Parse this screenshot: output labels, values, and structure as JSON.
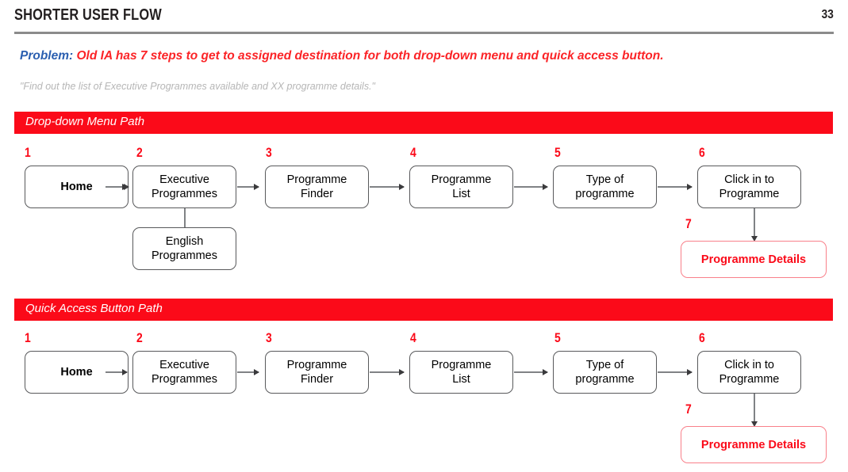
{
  "header": {
    "title": "SHORTER USER FLOW",
    "page_number": "33"
  },
  "problem": {
    "label": "Problem:",
    "text": "Old IA has 7 steps to get to assigned destination for both drop-down menu and quick access button.",
    "label_color": "#2b5fb0",
    "text_color": "#fb2427"
  },
  "quote": "\"Find out the list of Executive Programmes available and XX programme details.\"",
  "colors": {
    "banner_red": "#fb0a19",
    "accent_red": "#fb0a19",
    "final_box_border": "#f9808a",
    "box_border": "#58595b",
    "connector": "#808285",
    "rule": "#8b8b8b",
    "quote_gray": "#b6b6b6"
  },
  "sections": [
    {
      "banner_label": "Drop-down Menu Path",
      "steps": [
        {
          "number": "1",
          "label": "Home",
          "bold": true
        },
        {
          "number": "2",
          "label": "Executive\nProgrammes",
          "bold": false
        },
        {
          "number": "3",
          "label": "Programme\nFinder",
          "bold": false
        },
        {
          "number": "4",
          "label": "Programme\nList",
          "bold": false
        },
        {
          "number": "5",
          "label": "Type of\nprogramme",
          "bold": false
        },
        {
          "number": "6",
          "label": "Click in to\nProgramme",
          "bold": false
        }
      ],
      "branch": {
        "label": "English\nProgrammes",
        "from_step": "2"
      },
      "final": {
        "number": "7",
        "label": "Programme Details"
      }
    },
    {
      "banner_label": "Quick Access Button Path",
      "steps": [
        {
          "number": "1",
          "label": "Home",
          "bold": true
        },
        {
          "number": "2",
          "label": "Executive\nProgrammes",
          "bold": false
        },
        {
          "number": "3",
          "label": "Programme\nFinder",
          "bold": false
        },
        {
          "number": "4",
          "label": "Programme\nList",
          "bold": false
        },
        {
          "number": "5",
          "label": "Type of\nprogramme",
          "bold": false
        },
        {
          "number": "6",
          "label": "Click in to\nProgramme",
          "bold": false
        }
      ],
      "branch": null,
      "final": {
        "number": "7",
        "label": "Programme Details"
      }
    }
  ]
}
